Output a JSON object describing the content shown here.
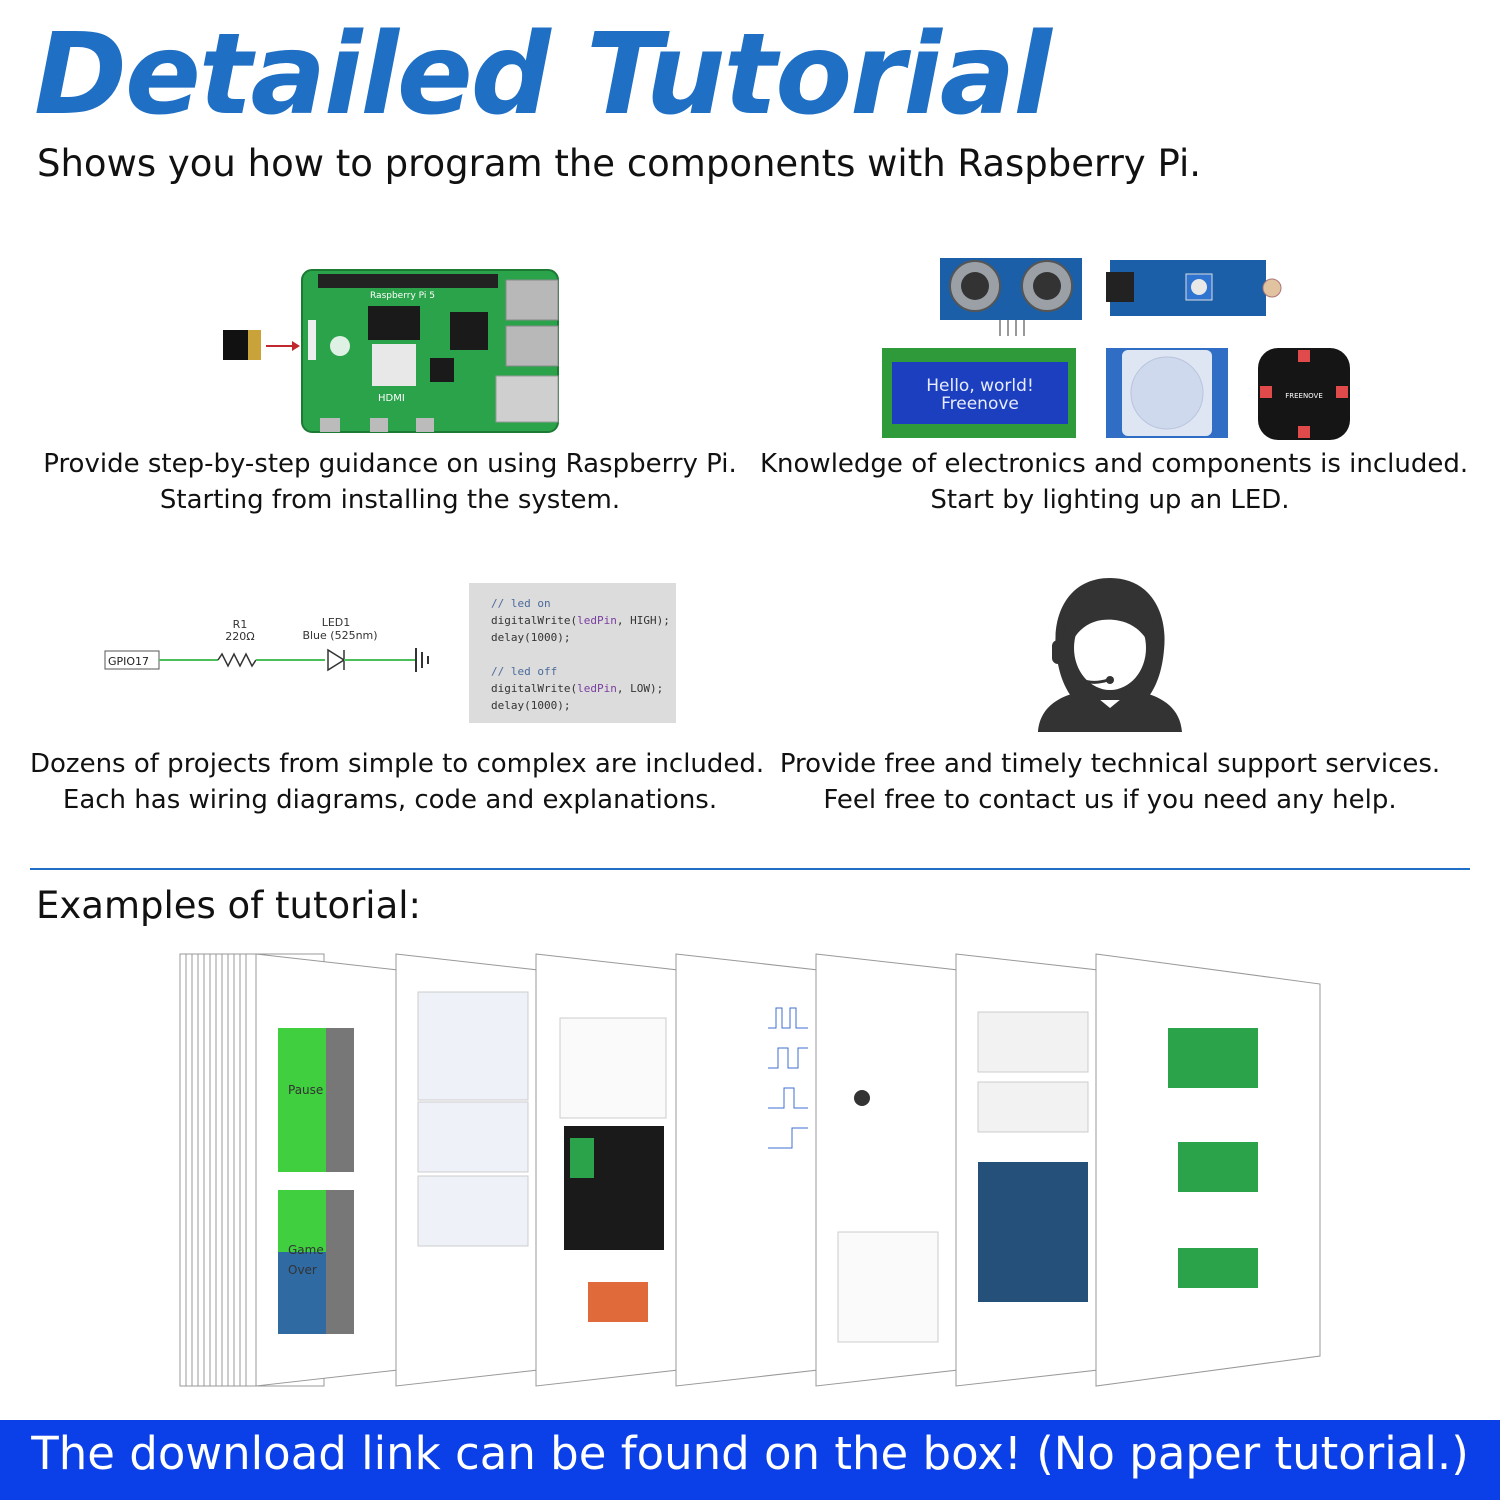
{
  "header": {
    "title": "Detailed Tutorial",
    "subtitle": "Shows you how to program the components with Raspberry Pi."
  },
  "features": [
    {
      "line1": "Provide step-by-step guidance on using Raspberry Pi.",
      "line2": "Starting from installing the system."
    },
    {
      "line1": "Knowledge of electronics and components is included.",
      "line2": "Start by lighting up an LED."
    },
    {
      "line1": "Dozens of projects from simple to complex are included.",
      "line2": "Each has wiring diagrams, code and explanations."
    },
    {
      "line1": "Provide free and timely technical support services.",
      "line2": "Feel free to contact us if you need any help."
    }
  ],
  "pi_board": {
    "label": "Raspberry Pi 5",
    "hdmi": "HDMI"
  },
  "lcd": {
    "line1": "Hello, world!",
    "line2": "Freenove"
  },
  "ws2812": {
    "brand": "FREENOVE"
  },
  "circuit": {
    "pin": "GPIO17",
    "resistor_name": "R1",
    "resistor_value": "220Ω",
    "led_name": "LED1",
    "led_value": "Blue (525nm)"
  },
  "code": {
    "comment_on": "// led on",
    "call_on_prefix": "digitalWrite(",
    "call_arg": "ledPin",
    "call_on_suffix": ", HIGH);",
    "delay": "delay(1000);",
    "comment_off": "// led off",
    "call_off_prefix": "digitalWrite(",
    "call_off_suffix": ", LOW);"
  },
  "examples": {
    "heading": "Examples of tutorial:"
  },
  "tutorial_pages": {
    "pause": "Pause",
    "game_over_1": "Game",
    "game_over_2": "Over"
  },
  "banner": {
    "text": "The download link can be found on the box! (No paper tutorial.)"
  },
  "colors": {
    "title": "#1f6fc4",
    "banner": "#0b3fe8",
    "board": "#2aa34a",
    "lcd": "#1c3fbf"
  }
}
